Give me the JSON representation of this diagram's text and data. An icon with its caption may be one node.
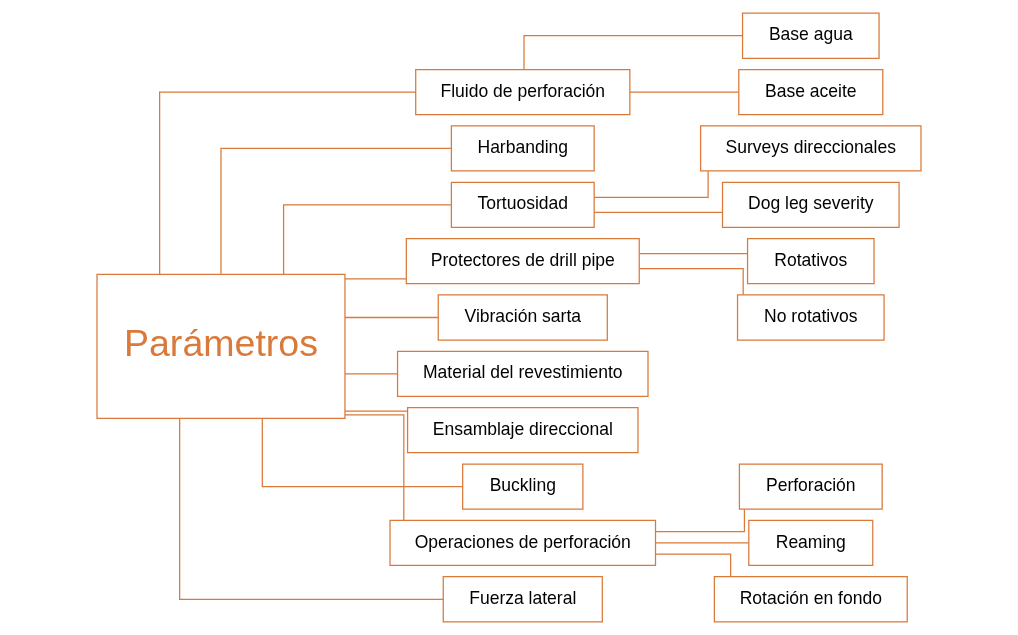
{
  "diagram": {
    "nodes": [
      {
        "text": [
          "Parámetros"
        ]
      },
      {
        "text": [
          "Fluido de perforación"
        ]
      },
      {
        "text": [
          "Base agua"
        ]
      },
      {
        "text": [
          "Base aceite"
        ]
      },
      {
        "text": [
          "Harbanding"
        ]
      },
      {
        "text": [
          "Tortuosidad"
        ]
      },
      {
        "text": [
          "Surveys direccionales"
        ]
      },
      {
        "text": [
          "Dog leg severity"
        ]
      },
      {
        "text": [
          "Protectores de drill pipe"
        ]
      },
      {
        "text": [
          "Rotativos"
        ]
      },
      {
        "text": [
          "No rotativos"
        ]
      },
      {
        "text": [
          "Vibración sarta"
        ]
      },
      {
        "text": [
          "Material del revestimiento"
        ]
      },
      {
        "text": [
          "Ensamblaje direccional"
        ]
      },
      {
        "text": [
          "Buckling"
        ]
      },
      {
        "text": [
          "Operaciones de perforación"
        ]
      },
      {
        "text": [
          "Perforación"
        ]
      },
      {
        "text": [
          "Reaming"
        ]
      },
      {
        "text": [
          "Rotación en fondo"
        ]
      },
      {
        "text": [
          "Fuerza lateral"
        ]
      }
    ],
    "edges": [
      {
        "from": 0,
        "to": 1,
        "arrow": "none"
      },
      {
        "from": 1,
        "to": 2,
        "arrow": "none"
      },
      {
        "from": 1,
        "to": 3,
        "arrow": "none"
      },
      {
        "from": 0,
        "to": 4,
        "arrow": "none"
      },
      {
        "from": 0,
        "to": 5,
        "arrow": "none"
      },
      {
        "from": 5,
        "to": 6,
        "arrow": "none"
      },
      {
        "from": 5,
        "to": 7,
        "arrow": "none"
      },
      {
        "from": 0,
        "to": 8,
        "arrow": "none"
      },
      {
        "from": 8,
        "to": 9,
        "arrow": "none"
      },
      {
        "from": 8,
        "to": 10,
        "arrow": "none"
      },
      {
        "from": 0,
        "to": 11,
        "arrow": "none"
      },
      {
        "from": 0,
        "to": 12,
        "arrow": "none"
      },
      {
        "from": 0,
        "to": 13,
        "arrow": "none"
      },
      {
        "from": 0,
        "to": 14,
        "arrow": "none"
      },
      {
        "from": 0,
        "to": 15,
        "arrow": "none"
      },
      {
        "from": 15,
        "to": 16,
        "arrow": "none"
      },
      {
        "from": 15,
        "to": 17,
        "arrow": "none"
      },
      {
        "from": 15,
        "to": 18,
        "arrow": "none"
      },
      {
        "from": 0,
        "to": 19,
        "arrow": "none"
      }
    ]
  }
}
